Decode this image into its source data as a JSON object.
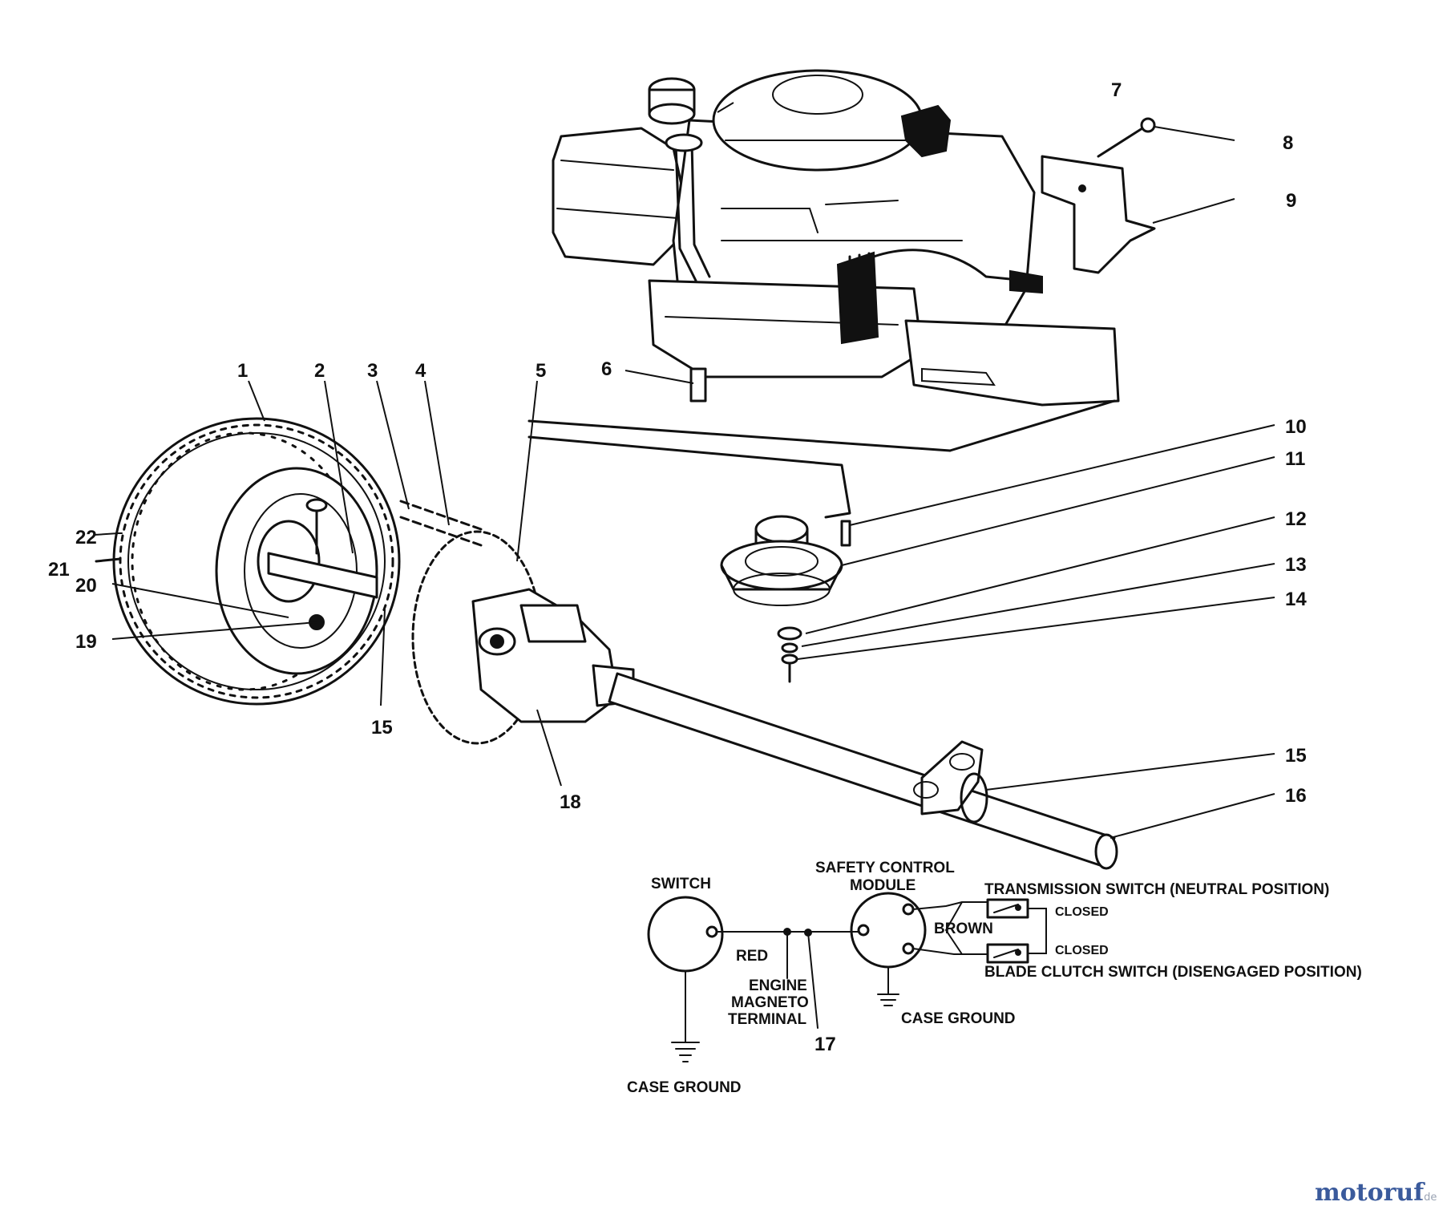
{
  "callouts": {
    "c1": "1",
    "c2": "2",
    "c3": "3",
    "c4": "4",
    "c5": "5",
    "c6": "6",
    "c7": "7",
    "c8": "8",
    "c9": "9",
    "c10": "10",
    "c11": "11",
    "c12": "12",
    "c13": "13",
    "c14": "14",
    "c15a": "15",
    "c15b": "15",
    "c16": "16",
    "c17": "17",
    "c18": "18",
    "c19": "19",
    "c20": "20",
    "c21": "21",
    "c22": "22"
  },
  "wiring": {
    "switch": "SWITCH",
    "module_line1": "SAFETY CONTROL",
    "module_line2": "MODULE",
    "transmission_switch": "TRANSMISSION SWITCH (NEUTRAL POSITION)",
    "blade_clutch_switch": "BLADE CLUTCH SWITCH (DISENGAGED POSITION)",
    "closed_top": "CLOSED",
    "closed_bottom": "CLOSED",
    "brown": "BROWN",
    "red": "RED",
    "engine_line1": "ENGINE",
    "engine_line2": "MAGNETO",
    "engine_line3": "TERMINAL",
    "case_ground_right": "CASE GROUND",
    "case_ground_left": "CASE GROUND"
  },
  "watermark": {
    "brand_part1": "motoruf",
    "brand_part2": ".de",
    "color_blue": "#3a5a9c",
    "color_orange": "#e48a1a"
  }
}
